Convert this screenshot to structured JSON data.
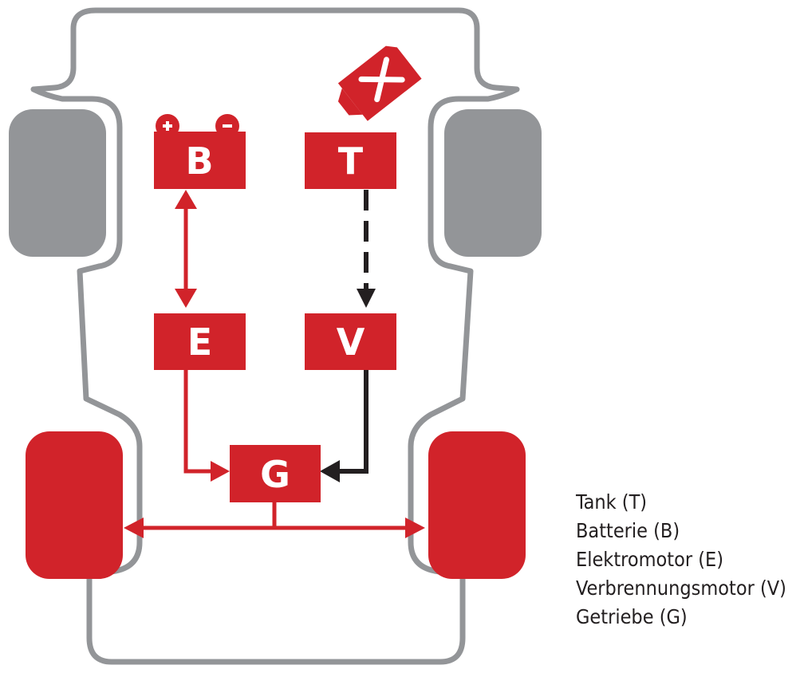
{
  "colors": {
    "component_red": "#d1232a",
    "outline_gray": "#939598",
    "rear_wheel_gray": "#939598",
    "front_wheel_red": "#d1232a",
    "fuel_arrow_black": "#231f20",
    "text": "#231f20",
    "icon_white": "#ffffff"
  },
  "components": {
    "battery": {
      "letter": "B"
    },
    "tank": {
      "letter": "T"
    },
    "electric_motor": {
      "letter": "E"
    },
    "combustion_engine": {
      "letter": "V"
    },
    "gearbox": {
      "letter": "G"
    }
  },
  "icons": {
    "battery_plus": "plus-terminal-icon",
    "battery_minus": "minus-terminal-icon",
    "fuel_can": "fuel-canister-icon"
  },
  "legend": [
    "Tank (T)",
    "Batterie (B)",
    "Elektromotor (E)",
    "Verbrennungsmotor (V)",
    "Getriebe (G)"
  ]
}
